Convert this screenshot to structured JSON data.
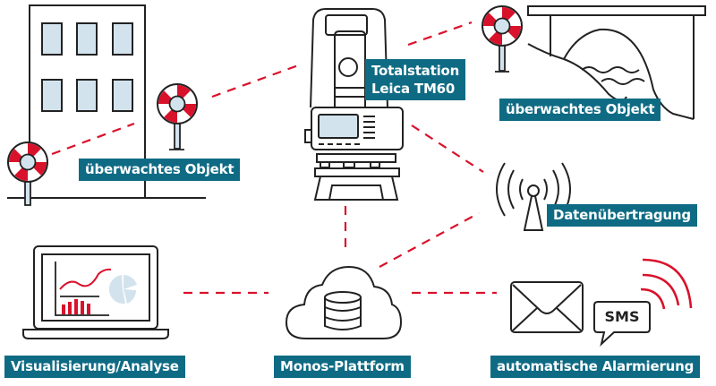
{
  "colors": {
    "label_bg": "#0f6b84",
    "accent_red": "#d9122b",
    "stroke": "#222222",
    "fill_light": "#d3e3ee"
  },
  "labels": {
    "total_station": [
      "Totalstation",
      "Leica TM60"
    ],
    "object_left": "überwachtes Objekt",
    "object_right": "überwachtes Objekt",
    "data_transfer": "Datenübertragung",
    "visualization": "Visualisierung/Analyse",
    "platform": "Monos-Plattform",
    "alarm": "automatische Alarmierung",
    "sms": "SMS"
  },
  "icons": [
    "building-icon",
    "prism-target-icon",
    "total-station-icon",
    "bridge-dam-icon",
    "antenna-icon",
    "laptop-chart-icon",
    "cloud-database-icon",
    "envelope-icon",
    "sms-bubble-icon",
    "signal-waves-icon"
  ]
}
